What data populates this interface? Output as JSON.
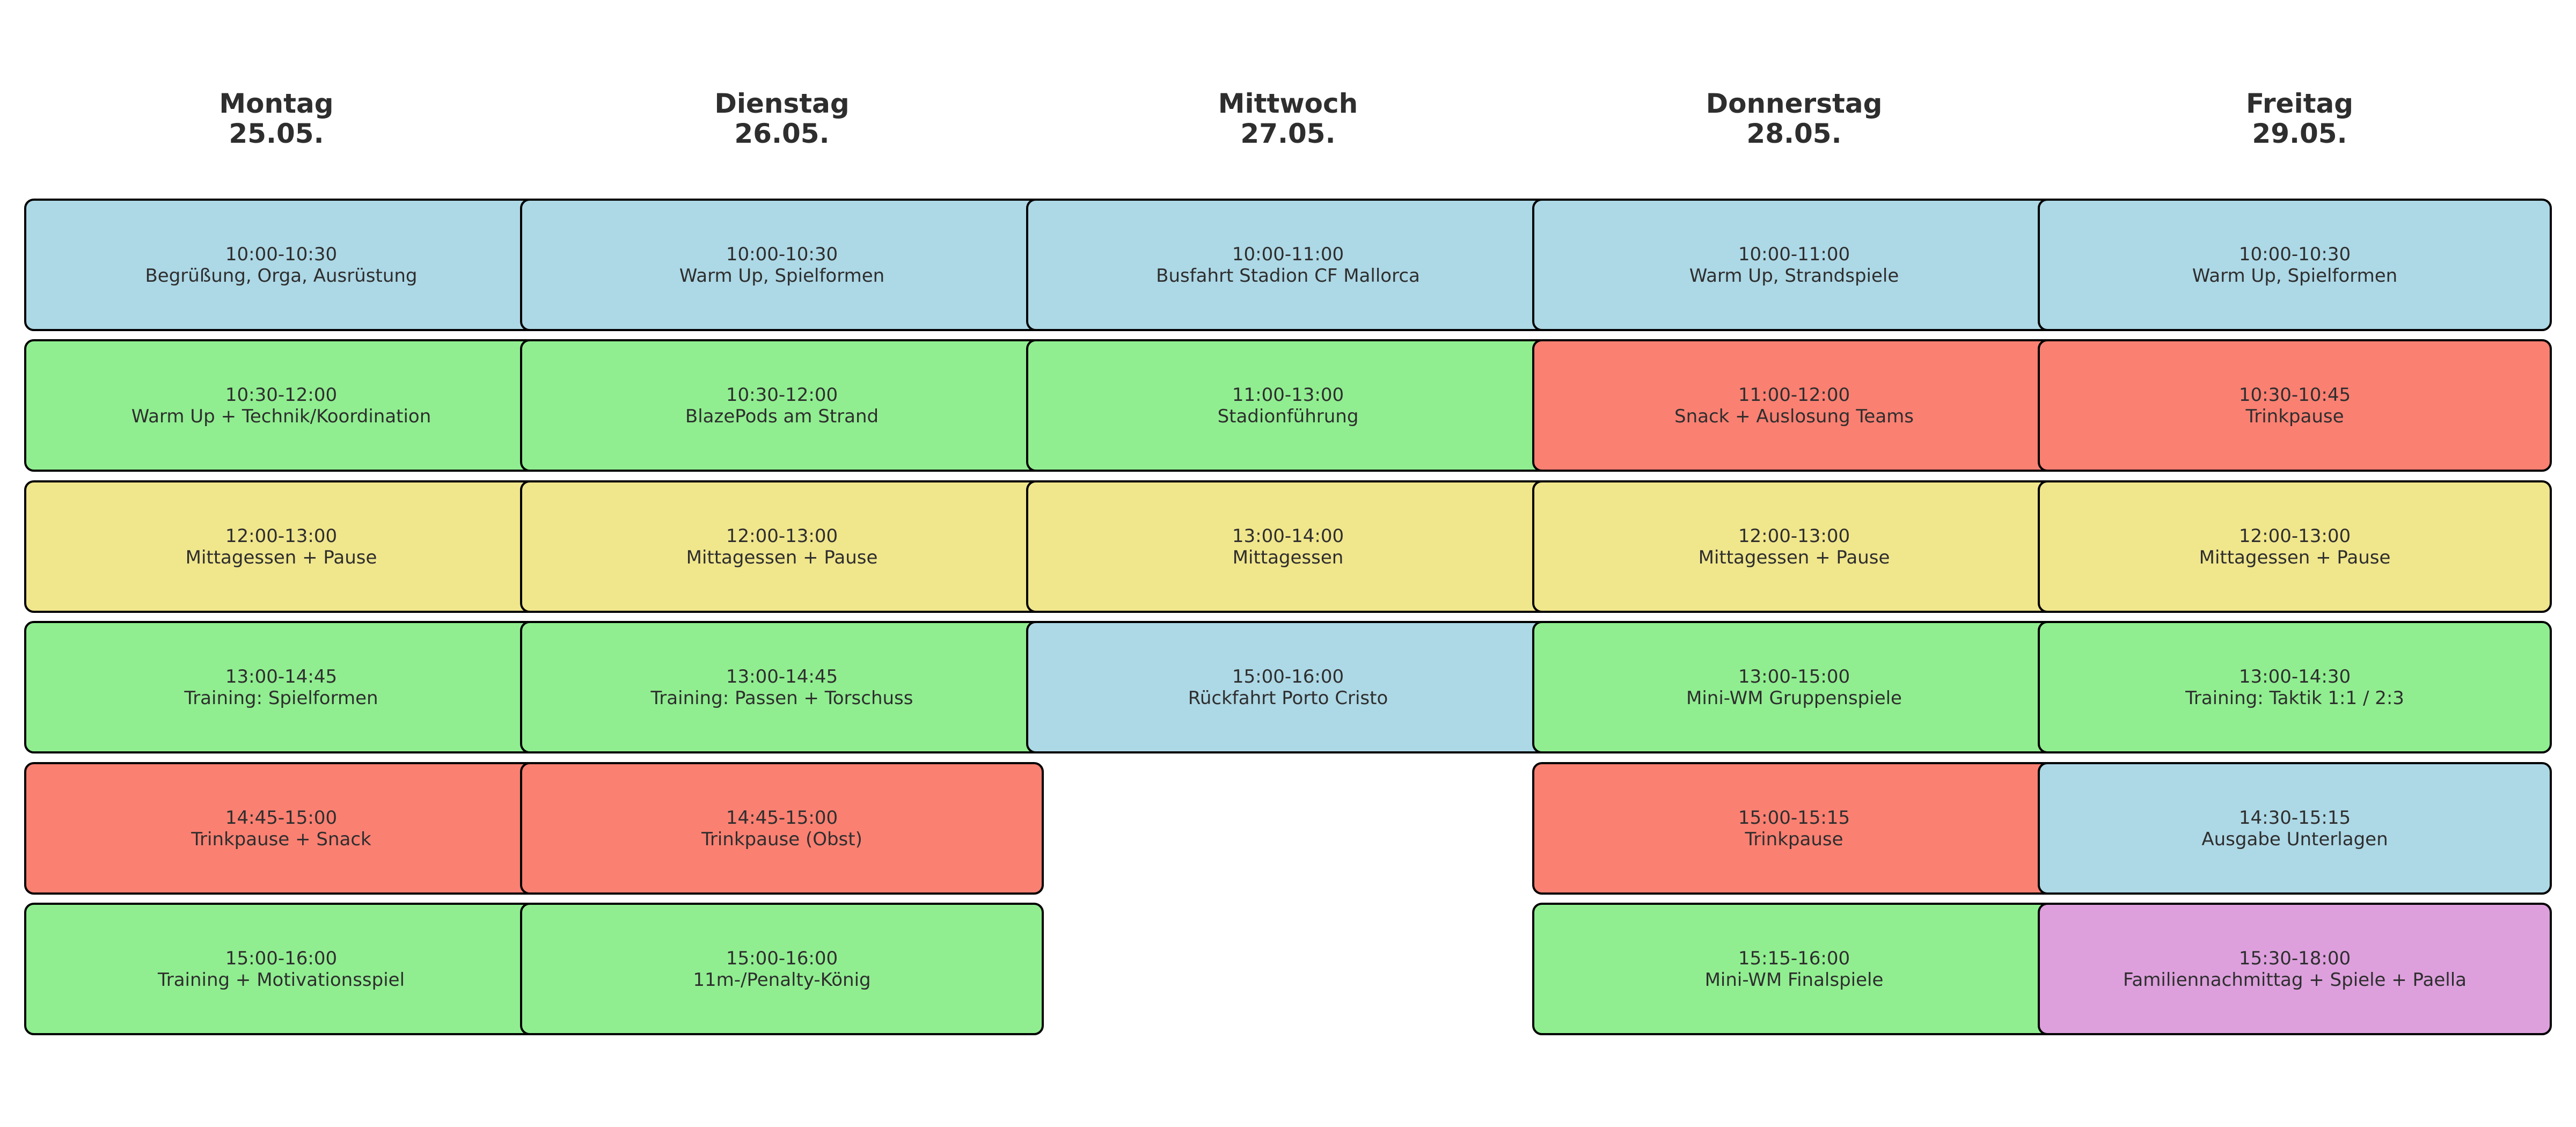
{
  "colors": {
    "blue": "#add8e6",
    "green": "#90ee90",
    "red": "#fa8072",
    "yellow": "#f0e68c",
    "purple": "#dda0dd"
  },
  "days": [
    {
      "name": "Montag",
      "date": "25.05.",
      "events": [
        {
          "time": "10:00-10:30",
          "title": "Begrüßung, Orga, Ausrüstung",
          "color": "blue"
        },
        {
          "time": "10:30-12:00",
          "title": "Warm Up + Technik/Koordination",
          "color": "green"
        },
        {
          "time": "12:00-13:00",
          "title": "Mittagessen + Pause",
          "color": "yellow"
        },
        {
          "time": "13:00-14:45",
          "title": "Training: Spielformen",
          "color": "green"
        },
        {
          "time": "14:45-15:00",
          "title": "Trinkpause + Snack",
          "color": "red"
        },
        {
          "time": "15:00-16:00",
          "title": "Training + Motivationsspiel",
          "color": "green"
        }
      ]
    },
    {
      "name": "Dienstag",
      "date": "26.05.",
      "events": [
        {
          "time": "10:00-10:30",
          "title": "Warm Up, Spielformen",
          "color": "blue"
        },
        {
          "time": "10:30-12:00",
          "title": "BlazePods am Strand",
          "color": "green"
        },
        {
          "time": "12:00-13:00",
          "title": "Mittagessen + Pause",
          "color": "yellow"
        },
        {
          "time": "13:00-14:45",
          "title": "Training: Passen + Torschuss",
          "color": "green"
        },
        {
          "time": "14:45-15:00",
          "title": "Trinkpause (Obst)",
          "color": "red"
        },
        {
          "time": "15:00-16:00",
          "title": "11m-/Penalty-König",
          "color": "green"
        }
      ]
    },
    {
      "name": "Mittwoch",
      "date": "27.05.",
      "events": [
        {
          "time": "10:00-11:00",
          "title": "Busfahrt Stadion CF Mallorca",
          "color": "blue"
        },
        {
          "time": "11:00-13:00",
          "title": "Stadionführung",
          "color": "green"
        },
        {
          "time": "13:00-14:00",
          "title": "Mittagessen",
          "color": "yellow"
        },
        {
          "time": "15:00-16:00",
          "title": "Rückfahrt Porto Cristo",
          "color": "blue"
        }
      ]
    },
    {
      "name": "Donnerstag",
      "date": "28.05.",
      "events": [
        {
          "time": "10:00-11:00",
          "title": "Warm Up, Strandspiele",
          "color": "blue"
        },
        {
          "time": "11:00-12:00",
          "title": "Snack + Auslosung Teams",
          "color": "red"
        },
        {
          "time": "12:00-13:00",
          "title": "Mittagessen + Pause",
          "color": "yellow"
        },
        {
          "time": "13:00-15:00",
          "title": "Mini-WM Gruppenspiele",
          "color": "green"
        },
        {
          "time": "15:00-15:15",
          "title": "Trinkpause",
          "color": "red"
        },
        {
          "time": "15:15-16:00",
          "title": "Mini-WM Finalspiele",
          "color": "green"
        }
      ]
    },
    {
      "name": "Freitag",
      "date": "29.05.",
      "events": [
        {
          "time": "10:00-10:30",
          "title": "Warm Up, Spielformen",
          "color": "blue"
        },
        {
          "time": "10:30-10:45",
          "title": "Trinkpause",
          "color": "red"
        },
        {
          "time": "12:00-13:00",
          "title": "Mittagessen + Pause",
          "color": "yellow"
        },
        {
          "time": "13:00-14:30",
          "title": "Training: Taktik 1:1 / 2:3",
          "color": "green"
        },
        {
          "time": "14:30-15:15",
          "title": "Ausgabe Unterlagen",
          "color": "blue"
        },
        {
          "time": "15:30-18:00",
          "title": "Familiennachmittag + Spiele + Paella",
          "color": "purple"
        }
      ]
    }
  ]
}
